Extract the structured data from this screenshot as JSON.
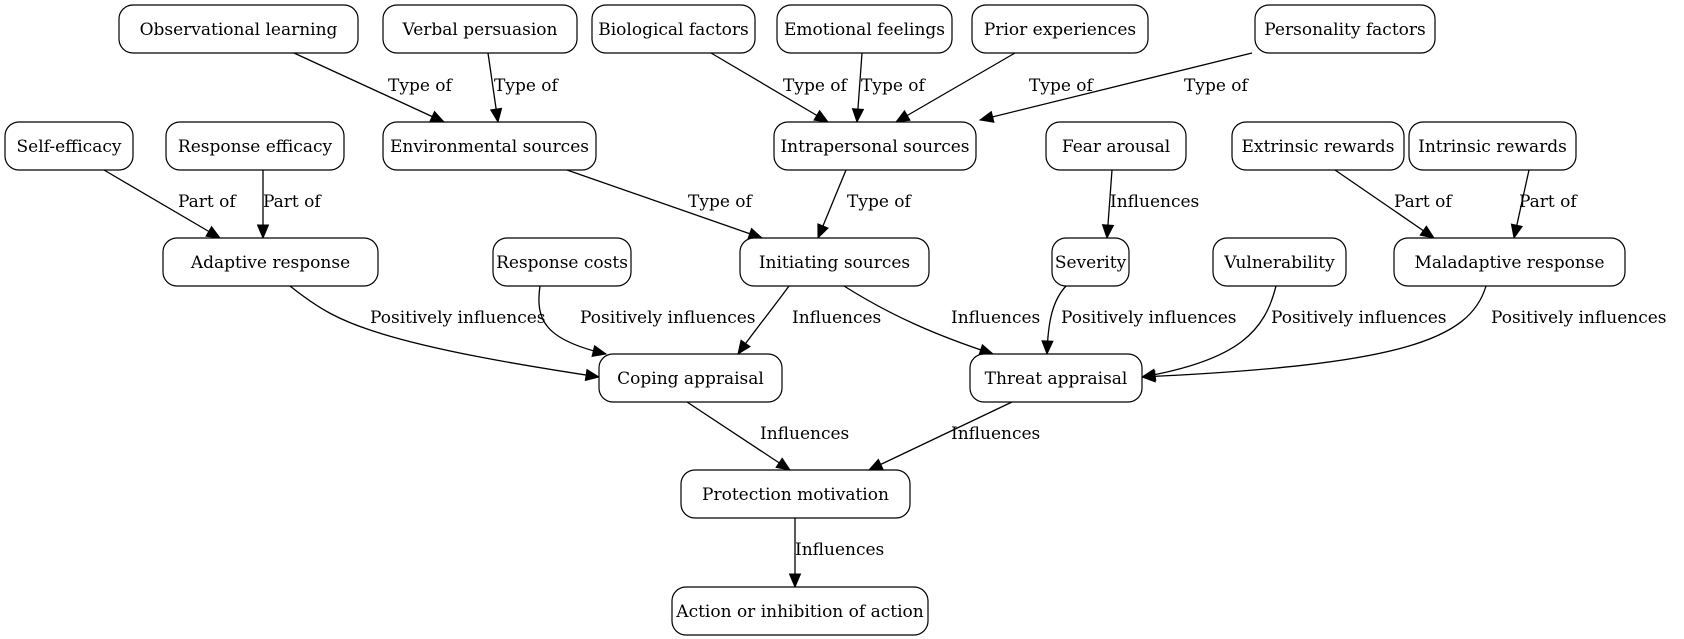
{
  "diagram": {
    "type": "directed-graph",
    "colors": {
      "stroke": "#000000",
      "fill": "#ffffff",
      "text": "#000000"
    },
    "nodes": [
      {
        "id": "observational_learning",
        "label": "Observational learning"
      },
      {
        "id": "verbal_persuasion",
        "label": "Verbal persuasion"
      },
      {
        "id": "biological_factors",
        "label": "Biological factors"
      },
      {
        "id": "emotional_feelings",
        "label": "Emotional feelings"
      },
      {
        "id": "prior_experiences",
        "label": "Prior experiences"
      },
      {
        "id": "personality_factors",
        "label": "Personality factors"
      },
      {
        "id": "self_efficacy",
        "label": "Self-efficacy"
      },
      {
        "id": "response_efficacy",
        "label": "Response efficacy"
      },
      {
        "id": "environmental_sources",
        "label": "Environmental sources"
      },
      {
        "id": "intrapersonal_sources",
        "label": "Intrapersonal sources"
      },
      {
        "id": "fear_arousal",
        "label": "Fear arousal"
      },
      {
        "id": "extrinsic_rewards",
        "label": "Extrinsic rewards"
      },
      {
        "id": "intrinsic_rewards",
        "label": "Intrinsic rewards"
      },
      {
        "id": "adaptive_response",
        "label": "Adaptive response"
      },
      {
        "id": "response_costs",
        "label": "Response costs"
      },
      {
        "id": "initiating_sources",
        "label": "Initiating sources"
      },
      {
        "id": "severity",
        "label": "Severity"
      },
      {
        "id": "vulnerability",
        "label": "Vulnerability"
      },
      {
        "id": "maladaptive_response",
        "label": "Maladaptive response"
      },
      {
        "id": "coping_appraisal",
        "label": "Coping appraisal"
      },
      {
        "id": "threat_appraisal",
        "label": "Threat appraisal"
      },
      {
        "id": "protection_motivation",
        "label": "Protection motivation"
      },
      {
        "id": "action",
        "label": "Action or inhibition of action"
      }
    ],
    "edges": [
      {
        "from": "observational_learning",
        "to": "environmental_sources",
        "label": "Type of"
      },
      {
        "from": "verbal_persuasion",
        "to": "environmental_sources",
        "label": "Type of"
      },
      {
        "from": "biological_factors",
        "to": "intrapersonal_sources",
        "label": "Type of"
      },
      {
        "from": "emotional_feelings",
        "to": "intrapersonal_sources",
        "label": "Type of"
      },
      {
        "from": "prior_experiences",
        "to": "intrapersonal_sources",
        "label": "Type of"
      },
      {
        "from": "personality_factors",
        "to": "intrapersonal_sources",
        "label": "Type of"
      },
      {
        "from": "self_efficacy",
        "to": "adaptive_response",
        "label": "Part of"
      },
      {
        "from": "response_efficacy",
        "to": "adaptive_response",
        "label": "Part of"
      },
      {
        "from": "environmental_sources",
        "to": "initiating_sources",
        "label": "Type of"
      },
      {
        "from": "intrapersonal_sources",
        "to": "initiating_sources",
        "label": "Type of"
      },
      {
        "from": "fear_arousal",
        "to": "severity",
        "label": "Influences"
      },
      {
        "from": "extrinsic_rewards",
        "to": "maladaptive_response",
        "label": "Part of"
      },
      {
        "from": "intrinsic_rewards",
        "to": "maladaptive_response",
        "label": "Part of"
      },
      {
        "from": "adaptive_response",
        "to": "coping_appraisal",
        "label": "Positively influences"
      },
      {
        "from": "response_costs",
        "to": "coping_appraisal",
        "label": "Positively influences"
      },
      {
        "from": "initiating_sources",
        "to": "coping_appraisal",
        "label": "Influences"
      },
      {
        "from": "initiating_sources",
        "to": "threat_appraisal",
        "label": "Influences"
      },
      {
        "from": "severity",
        "to": "threat_appraisal",
        "label": "Positively influences"
      },
      {
        "from": "vulnerability",
        "to": "threat_appraisal",
        "label": "Positively influences"
      },
      {
        "from": "maladaptive_response",
        "to": "threat_appraisal",
        "label": "Positively influences"
      },
      {
        "from": "coping_appraisal",
        "to": "protection_motivation",
        "label": "Influences"
      },
      {
        "from": "threat_appraisal",
        "to": "protection_motivation",
        "label": "Influences"
      },
      {
        "from": "protection_motivation",
        "to": "action",
        "label": "Influences"
      }
    ]
  }
}
